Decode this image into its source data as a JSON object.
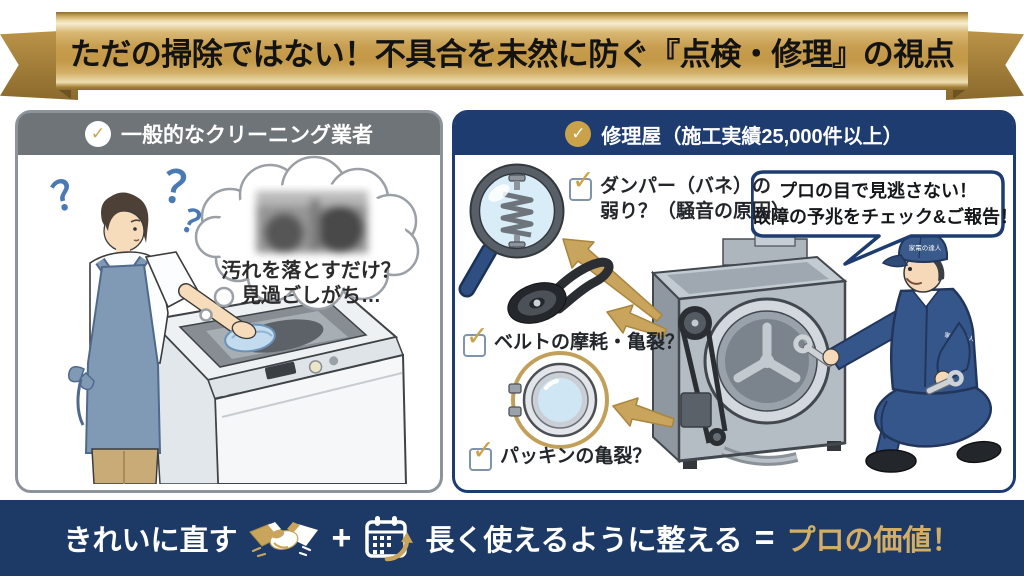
{
  "banner": {
    "title": "ただの掃除ではない！不具合を未然に防ぐ『点検・修理』の視点"
  },
  "left_panel": {
    "header": "一般的なクリーニング業者",
    "thought_bubble": {
      "line1": "汚れを落とすだけ？",
      "line2": "見過ごしがち…"
    }
  },
  "right_panel": {
    "header": "修理屋（施工実績25,000件以上）",
    "speech_bubble": {
      "line1": "プロの目で見逃さない！",
      "line2": "故障の予兆をチェック&ご報告！"
    },
    "items": [
      {
        "line1": "ダンパー（バネ）の",
        "line2": "弱り？（騒音の原因）"
      },
      {
        "line1": "ベルトの摩耗・亀裂？"
      },
      {
        "line1": "パッキンの亀裂？"
      }
    ],
    "cap_text": "家電の達人"
  },
  "bottom_bar": {
    "clean": "きれいに直す",
    "plus": "+",
    "maintain": "長く使えるように整える",
    "equals": "=",
    "value": "プロの価値！"
  },
  "icons": {
    "check": "✓",
    "question_mark": "？"
  },
  "colors": {
    "gold": "#c9a45c",
    "navy": "#1e3c70",
    "gray_header": "#6f7478",
    "bottom_navy": "#1d3a66"
  }
}
